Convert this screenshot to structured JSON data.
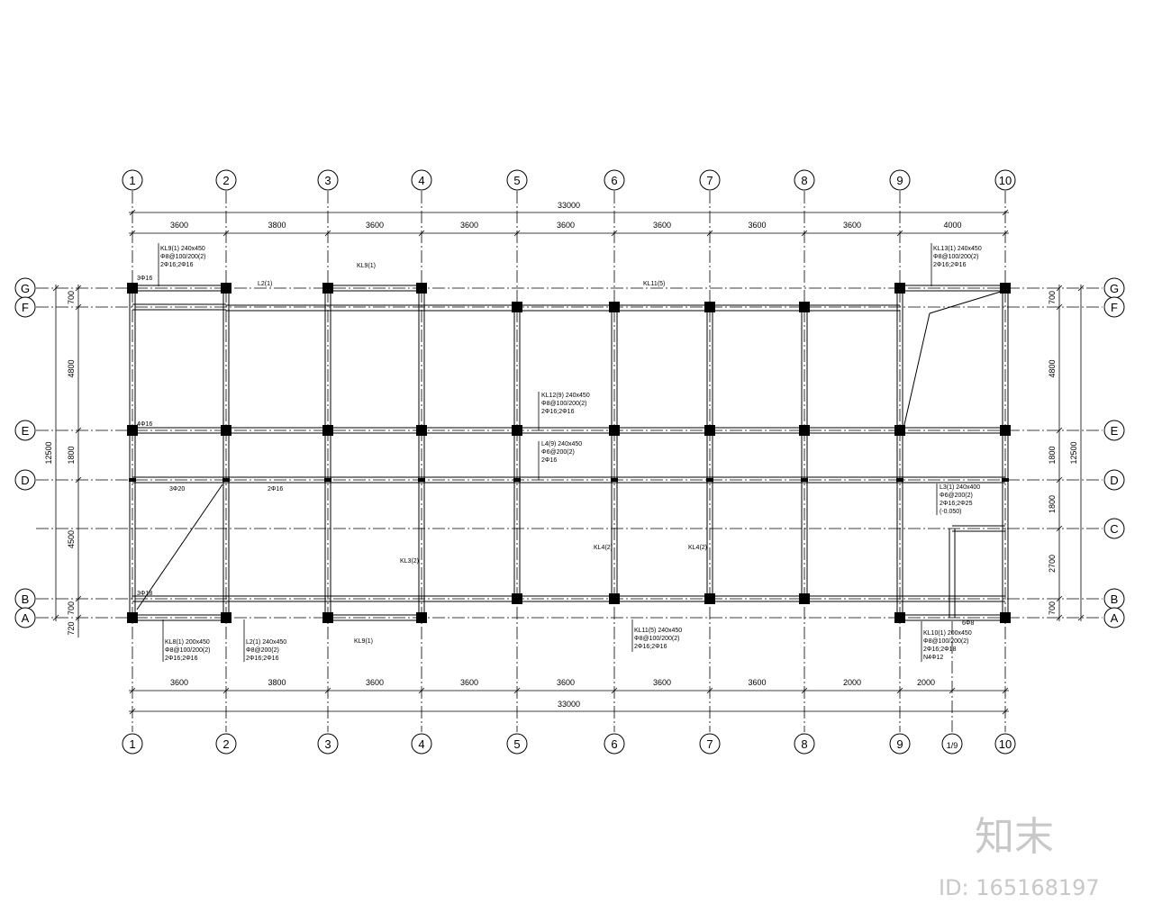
{
  "axes": {
    "top": [
      "1",
      "2",
      "3",
      "4",
      "5",
      "6",
      "7",
      "8",
      "9",
      "10"
    ],
    "bottom": [
      "1",
      "2",
      "3",
      "4",
      "5",
      "6",
      "7",
      "8",
      "9",
      "1/9",
      "10"
    ],
    "left": [
      "G",
      "F",
      "E",
      "D",
      "B",
      "A"
    ],
    "right": [
      "G",
      "F",
      "E",
      "D",
      "C",
      "B",
      "A"
    ]
  },
  "dimensions": {
    "top_total": "33000",
    "top_spans": [
      "3600",
      "3800",
      "3600",
      "3600",
      "3600",
      "3600",
      "3600",
      "3600",
      "4000"
    ],
    "bottom_total": "33000",
    "bottom_spans": [
      "3600",
      "3800",
      "3600",
      "3600",
      "3600",
      "3600",
      "3600",
      "2000",
      "2000"
    ],
    "left_total": "12500",
    "left_spans": [
      "700",
      "4800",
      "1800",
      "4500",
      "700"
    ],
    "left_extra": "720",
    "right_total": "12500",
    "right_spans": [
      "700",
      "4800",
      "1800",
      "1800",
      "2700",
      "700"
    ]
  },
  "annotations": [
    {
      "text": "KL9(1) 240x450"
    },
    {
      "text": "Φ8@100/200(2)"
    },
    {
      "text": "2Φ16;2Φ16"
    },
    {
      "text": "KL13(1) 240x450"
    },
    {
      "text": "Φ8@100/200(2)"
    },
    {
      "text": "2Φ16;2Φ16"
    },
    {
      "text": "KL9(1)"
    },
    {
      "text": "L2(1)"
    },
    {
      "text": "KL11(5)"
    },
    {
      "text": "KL12(9) 240x450"
    },
    {
      "text": "Φ8@100/200(2)"
    },
    {
      "text": "2Φ16;2Φ16"
    },
    {
      "text": "L4(9) 240x450"
    },
    {
      "text": "Φ6@200(2)"
    },
    {
      "text": "2Φ16"
    },
    {
      "text": "L3(1) 240x400"
    },
    {
      "text": "Φ6@200(2)"
    },
    {
      "text": "2Φ16;2Φ25"
    },
    {
      "text": "(-0.050)"
    },
    {
      "text": "KL11(5) 240x450"
    },
    {
      "text": "Φ8@100/200(2)"
    },
    {
      "text": "2Φ16;2Φ16"
    },
    {
      "text": "KL8(1) 200x450"
    },
    {
      "text": "Φ8@100/200(2)"
    },
    {
      "text": "2Φ16;2Φ16"
    },
    {
      "text": "L2(1) 240x450"
    },
    {
      "text": "Φ8@200(2)"
    },
    {
      "text": "2Φ16;2Φ16"
    },
    {
      "text": "KL9(1)"
    },
    {
      "text": "KL10(1) 200x450"
    },
    {
      "text": "Φ8@100/200(2)"
    },
    {
      "text": "2Φ16;2Φ18"
    },
    {
      "text": "N4Φ12"
    },
    {
      "text": "KL3(2)"
    },
    {
      "text": "KL4(2)"
    },
    {
      "text": "KL4(2)"
    },
    {
      "text": "3Φ16"
    },
    {
      "text": "4Φ16"
    },
    {
      "text": "3Φ20"
    },
    {
      "text": "2Φ16"
    },
    {
      "text": "3Φ18"
    },
    {
      "text": "6Φ8"
    }
  ],
  "watermark": {
    "logo": "知末",
    "id": "ID: 165168197"
  }
}
